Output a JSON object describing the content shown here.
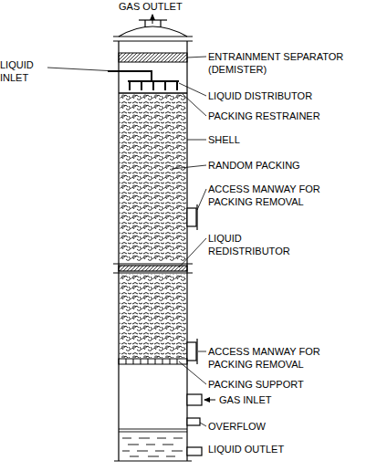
{
  "diagram": {
    "labels": [
      "GAS OUTLET",
      "LIQUID INLET",
      "ENTRAINMENT SEPARATOR (DEMISTER)",
      "LIQUID DISTRIBUTOR",
      "PACKING RESTRAINER",
      "SHELL",
      "RANDOM PACKING",
      "ACCESS MANWAY FOR PACKING REMOVAL",
      "LIQUID REDISTRIBUTOR",
      "ACCESS MANWAY FOR PACKING REMOVAL",
      "PACKING SUPPORT",
      "GAS INLET",
      "OVERFLOW",
      "LIQUID OUTLET"
    ]
  }
}
